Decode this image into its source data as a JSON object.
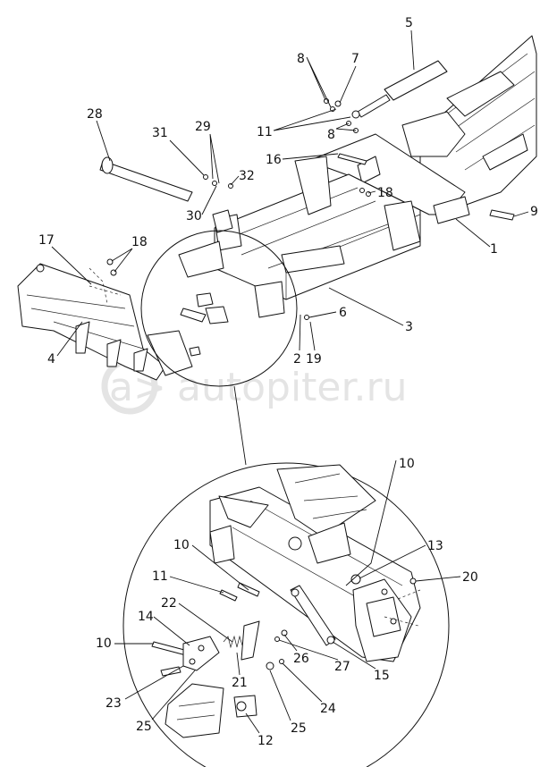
{
  "watermark": {
    "text": "autopiter.ru",
    "logo_text": "a>"
  },
  "callouts": {
    "c1": "1",
    "c2": "2",
    "c3": "3",
    "c4": "4",
    "c5": "5",
    "c6": "6",
    "c7": "7",
    "c8a": "8",
    "c8b": "8",
    "c9": "9",
    "c10a": "10",
    "c10b": "10",
    "c10c": "10",
    "c11a": "11",
    "c11b": "11",
    "c12": "12",
    "c13": "13",
    "c14": "14",
    "c15": "15",
    "c16": "16",
    "c17": "17",
    "c18a": "18",
    "c18b": "18",
    "c19": "19",
    "c20": "20",
    "c21": "21",
    "c22": "22",
    "c23": "23",
    "c24": "24",
    "c25a": "25",
    "c25b": "25",
    "c26": "26",
    "c27": "27",
    "c28": "28",
    "c29": "29",
    "c30": "30",
    "c31": "31",
    "c32": "32"
  }
}
